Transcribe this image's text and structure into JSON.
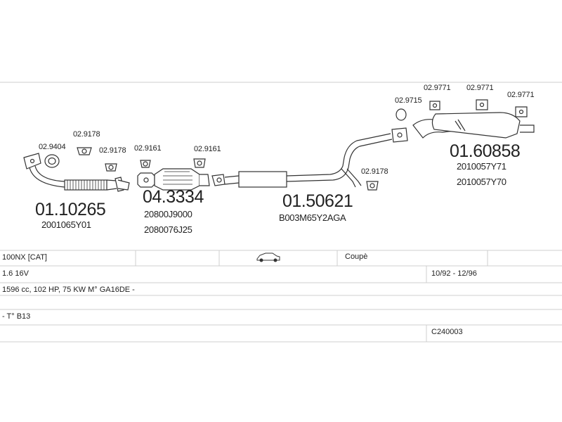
{
  "parts": {
    "clamp_9404": "02.9404",
    "clamp_9178_a": "02.9178",
    "clamp_9178_b": "02.9178",
    "clamp_9161_a": "02.9161",
    "clamp_9161_b": "02.9161",
    "clamp_9178_c": "02.9178",
    "ring_9715": "02.9715",
    "hanger_9771_a": "02.9771",
    "hanger_9771_b": "02.9771",
    "hanger_9771_c": "02.9771",
    "front_pipe": {
      "number": "01.10265",
      "oem": "2001065Y01"
    },
    "catalyst": {
      "number": "04.3334",
      "oem": [
        "20800J9000",
        "2080076J25"
      ]
    },
    "middle_silencer": {
      "number": "01.50621",
      "oem": "B003M65Y2AGA"
    },
    "rear_silencer": {
      "number": "01.60858",
      "oem": [
        "2010057Y71",
        "2010057Y70"
      ]
    }
  },
  "vehicle": {
    "model": "100NX  [CAT]",
    "body": "Coupè",
    "car_icon": "car-icon",
    "engine": "1.6 16V",
    "years": "10/92 - 12/96",
    "details": "1596 cc, 102 HP, 75 KW M° GA16DE -",
    "type": "- T° B13",
    "code": "C240003"
  }
}
